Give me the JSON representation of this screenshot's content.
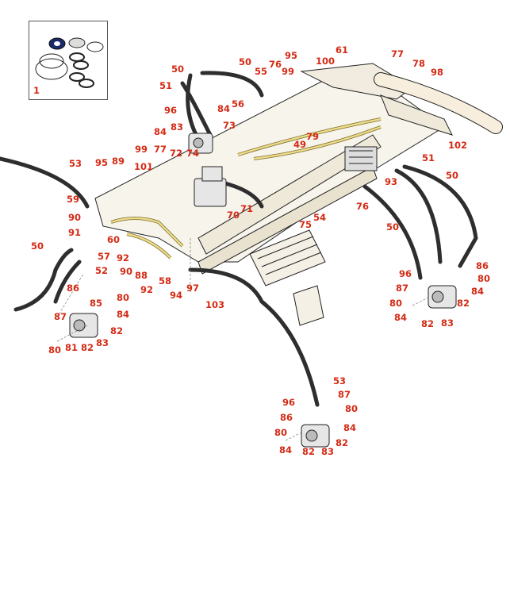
{
  "inset": {
    "callout": "1"
  },
  "callouts": [
    "50",
    "50",
    "95",
    "100",
    "61",
    "77",
    "78",
    "98",
    "76",
    "99",
    "55",
    "51",
    "96",
    "84",
    "83",
    "84",
    "56",
    "73",
    "79",
    "49",
    "102",
    "51",
    "50",
    "53",
    "95",
    "89",
    "99",
    "77",
    "72",
    "74",
    "101",
    "93",
    "76",
    "50",
    "59",
    "90",
    "91",
    "54",
    "75",
    "60",
    "71",
    "70",
    "50",
    "57",
    "92",
    "90",
    "88",
    "58",
    "92",
    "94",
    "97",
    "103",
    "52",
    "86",
    "85",
    "80",
    "84",
    "87",
    "82",
    "83",
    "80",
    "81",
    "82",
    "96",
    "87",
    "86",
    "80",
    "84",
    "80",
    "84",
    "82",
    "83",
    "82",
    "53",
    "87",
    "96",
    "80",
    "86",
    "84",
    "80",
    "82",
    "84",
    "82",
    "83"
  ],
  "colors": {
    "callout": "#d42a14",
    "hose": "#2e2e2e",
    "tube": "#e8dc9a",
    "frame": "#f4f0e6",
    "line": "#222222"
  }
}
